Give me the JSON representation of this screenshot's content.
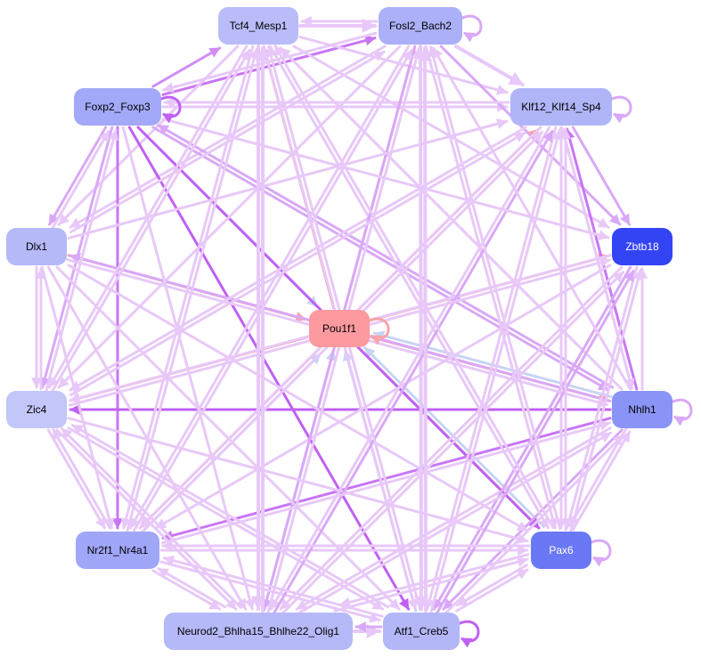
{
  "diagram": {
    "nodes": [
      {
        "id": "tcf4",
        "label": "Tcf4_Mesp1",
        "color": "#b9bcf8",
        "text_color": "#000000"
      },
      {
        "id": "fosl2",
        "label": "Fosl2_Bach2",
        "color": "#abb0f8",
        "text_color": "#000000"
      },
      {
        "id": "foxp2",
        "label": "Foxp2_Foxp3",
        "color": "#a3a9f8",
        "text_color": "#000000"
      },
      {
        "id": "klf12",
        "label": "Klf12_Klf14_Sp4",
        "color": "#b0b5f8",
        "text_color": "#000000"
      },
      {
        "id": "dlx1",
        "label": "Dlx1",
        "color": "#b5b9f8",
        "text_color": "#000000"
      },
      {
        "id": "zbtb18",
        "label": "Zbtb18",
        "color": "#3344f5",
        "text_color": "#ffffff"
      },
      {
        "id": "pou1f1",
        "label": "Pou1f1",
        "color": "#fc9aa0",
        "text_color": "#000000"
      },
      {
        "id": "zic4",
        "label": "Zic4",
        "color": "#c3c6f9",
        "text_color": "#000000"
      },
      {
        "id": "nhlh1",
        "label": "Nhlh1",
        "color": "#8a94f7",
        "text_color": "#000000"
      },
      {
        "id": "nr2f1",
        "label": "Nr2f1_Nr4a1",
        "color": "#a0a6f8",
        "text_color": "#000000"
      },
      {
        "id": "pax6",
        "label": "Pax6",
        "color": "#6b78f6",
        "text_color": "#ffffff"
      },
      {
        "id": "neurod2",
        "label": "Neurod2_Bhlha15_Bhlhe22_Olig1",
        "color": "#b5b9f8",
        "text_color": "#000000"
      },
      {
        "id": "atf1",
        "label": "Atf1_Creb5",
        "color": "#b3b7f8",
        "text_color": "#000000"
      }
    ],
    "edges": [
      {
        "from": "tcf4",
        "to": "fosl2",
        "color": "#e8c8f8",
        "weight": 4
      },
      {
        "from": "fosl2",
        "to": "tcf4",
        "color": "#e8c8f8",
        "weight": 3
      },
      {
        "from": "foxp2",
        "to": "tcf4",
        "color": "#d08cf6",
        "weight": 3
      },
      {
        "from": "foxp2",
        "to": "fosl2",
        "color": "#c976f5",
        "weight": 3
      },
      {
        "from": "tcf4",
        "to": "klf12",
        "color": "#e8c8f8",
        "weight": 3
      },
      {
        "from": "fosl2",
        "to": "klf12",
        "color": "#e8c8f8",
        "weight": 4
      },
      {
        "from": "foxp2",
        "to": "klf12",
        "color": "#e8c8f8",
        "weight": 3
      },
      {
        "from": "tcf4",
        "to": "dlx1",
        "color": "#e8c8f8",
        "weight": 3
      },
      {
        "from": "tcf4",
        "to": "zbtb18",
        "color": "#e8c8f8",
        "weight": 3
      },
      {
        "from": "fosl2",
        "to": "zbtb18",
        "color": "#d9a8f7",
        "weight": 3
      },
      {
        "from": "klf12",
        "to": "zbtb18",
        "color": "#d9a8f7",
        "weight": 3
      },
      {
        "from": "fosl2",
        "to": "dlx1",
        "color": "#e8c8f8",
        "weight": 3
      },
      {
        "from": "foxp2",
        "to": "dlx1",
        "color": "#d9a8f7",
        "weight": 3
      },
      {
        "from": "klf12",
        "to": "foxp2",
        "color": "#e8c8f8",
        "weight": 3
      },
      {
        "from": "pou1f1",
        "to": "tcf4",
        "color": "#f77a80",
        "weight": 3
      },
      {
        "from": "pou1f1",
        "to": "fosl2",
        "color": "#fca0a4",
        "weight": 3
      },
      {
        "from": "pou1f1",
        "to": "klf12",
        "color": "#fca0a4",
        "weight": 3
      },
      {
        "from": "pou1f1",
        "to": "zbtb18",
        "color": "#fca0a4",
        "weight": 3
      },
      {
        "from": "pou1f1",
        "to": "zic4",
        "color": "#f8868c",
        "weight": 3
      },
      {
        "from": "pou1f1",
        "to": "nhlh1",
        "color": "#f8868c",
        "weight": 3
      },
      {
        "from": "pou1f1",
        "to": "pax6",
        "color": "#f77a80",
        "weight": 3
      },
      {
        "from": "pou1f1",
        "to": "nr2f1",
        "color": "#f8968c",
        "weight": 3
      },
      {
        "from": "dlx1",
        "to": "pou1f1",
        "color": "#f8a4a8",
        "weight": 3
      },
      {
        "from": "foxp2",
        "to": "pou1f1",
        "color": "#c8d4f4",
        "weight": 3
      },
      {
        "from": "nhlh1",
        "to": "pou1f1",
        "color": "#c8d4f4",
        "weight": 3
      },
      {
        "from": "atf1",
        "to": "pou1f1",
        "color": "#c8d4f4",
        "weight": 3
      },
      {
        "from": "neurod2",
        "to": "pou1f1",
        "color": "#c8d4f4",
        "weight": 3
      },
      {
        "from": "nr2f1",
        "to": "pou1f1",
        "color": "#c8d4f4",
        "weight": 3
      },
      {
        "from": "pax6",
        "to": "pou1f1",
        "color": "#c8d4f4",
        "weight": 3
      },
      {
        "from": "foxp2",
        "to": "pax6",
        "color": "#c060f4",
        "weight": 3
      },
      {
        "from": "foxp2",
        "to": "atf1",
        "color": "#c060f4",
        "weight": 3
      },
      {
        "from": "foxp2",
        "to": "nr2f1",
        "color": "#c976f5",
        "weight": 3
      },
      {
        "from": "foxp2",
        "to": "zic4",
        "color": "#d9a8f7",
        "weight": 3
      },
      {
        "from": "foxp2",
        "to": "nhlh1",
        "color": "#d9a8f7",
        "weight": 3
      },
      {
        "from": "nhlh1",
        "to": "zic4",
        "color": "#c060f4",
        "weight": 3
      },
      {
        "from": "nhlh1",
        "to": "nr2f1",
        "color": "#c976f5",
        "weight": 3
      },
      {
        "from": "nhlh1",
        "to": "klf12",
        "color": "#c976f5",
        "weight": 3
      },
      {
        "from": "nhlh1",
        "to": "dlx1",
        "color": "#d9a8f7",
        "weight": 3
      },
      {
        "from": "nhlh1",
        "to": "foxp2",
        "color": "#d9a8f7",
        "weight": 3
      },
      {
        "from": "nhlh1",
        "to": "tcf4",
        "color": "#e8c8f8",
        "weight": 3
      },
      {
        "from": "nhlh1",
        "to": "neurod2",
        "color": "#e8c8f8",
        "weight": 3
      },
      {
        "from": "nhlh1",
        "to": "atf1",
        "color": "#d9a8f7",
        "weight": 3
      },
      {
        "from": "zbtb18",
        "to": "nr2f1",
        "color": "#e8c8f8",
        "weight": 3
      },
      {
        "from": "zbtb18",
        "to": "zic4",
        "color": "#e8c8f8",
        "weight": 3
      },
      {
        "from": "zbtb18",
        "to": "atf1",
        "color": "#d9a8f7",
        "weight": 3
      },
      {
        "from": "zbtb18",
        "to": "neurod2",
        "color": "#e8c8f8",
        "weight": 3
      },
      {
        "from": "zbtb18",
        "to": "pax6",
        "color": "#e8c8f8",
        "weight": 3
      },
      {
        "from": "klf12",
        "to": "zic4",
        "color": "#e8c8f8",
        "weight": 3
      },
      {
        "from": "klf12",
        "to": "nr2f1",
        "color": "#e8c8f8",
        "weight": 3
      },
      {
        "from": "klf12",
        "to": "neurod2",
        "color": "#e8c8f8",
        "weight": 3
      },
      {
        "from": "klf12",
        "to": "atf1",
        "color": "#e8c8f8",
        "weight": 3
      },
      {
        "from": "klf12",
        "to": "pax6",
        "color": "#e8c8f8",
        "weight": 3
      },
      {
        "from": "tcf4",
        "to": "neurod2",
        "color": "#e8c8f8",
        "weight": 4
      },
      {
        "from": "tcf4",
        "to": "atf1",
        "color": "#e8c8f8",
        "weight": 3
      },
      {
        "from": "tcf4",
        "to": "pax6",
        "color": "#e8c8f8",
        "weight": 3
      },
      {
        "from": "tcf4",
        "to": "nr2f1",
        "color": "#e8c8f8",
        "weight": 3
      },
      {
        "from": "tcf4",
        "to": "zic4",
        "color": "#e8c8f8",
        "weight": 3
      },
      {
        "from": "fosl2",
        "to": "neurod2",
        "color": "#d9a8f7",
        "weight": 3
      },
      {
        "from": "fosl2",
        "to": "atf1",
        "color": "#e8c8f8",
        "weight": 4
      },
      {
        "from": "fosl2",
        "to": "nr2f1",
        "color": "#e8c8f8",
        "weight": 3
      },
      {
        "from": "fosl2",
        "to": "pax6",
        "color": "#e8c8f8",
        "weight": 3
      },
      {
        "from": "fosl2",
        "to": "zic4",
        "color": "#e8c8f8",
        "weight": 3
      },
      {
        "from": "fosl2",
        "to": "foxp2",
        "color": "#e8c8f8",
        "weight": 3
      },
      {
        "from": "foxp2",
        "to": "neurod2",
        "color": "#e8c8f8",
        "weight": 3
      },
      {
        "from": "dlx1",
        "to": "zic4",
        "color": "#e8c8f8",
        "weight": 3
      },
      {
        "from": "dlx1",
        "to": "nr2f1",
        "color": "#e8c8f8",
        "weight": 3
      },
      {
        "from": "dlx1",
        "to": "neurod2",
        "color": "#e8c8f8",
        "weight": 3
      },
      {
        "from": "dlx1",
        "to": "atf1",
        "color": "#e8c8f8",
        "weight": 3
      },
      {
        "from": "dlx1",
        "to": "pax6",
        "color": "#e8c8f8",
        "weight": 3
      },
      {
        "from": "dlx1",
        "to": "nhlh1",
        "color": "#e8c8f8",
        "weight": 3
      },
      {
        "from": "dlx1",
        "to": "fosl2",
        "color": "#e8c8f8",
        "weight": 3
      },
      {
        "from": "dlx1",
        "to": "foxp2",
        "color": "#e8c8f8",
        "weight": 3
      },
      {
        "from": "zic4",
        "to": "dlx1",
        "color": "#e8c8f8",
        "weight": 3
      },
      {
        "from": "zic4",
        "to": "nr2f1",
        "color": "#e8c8f8",
        "weight": 3
      },
      {
        "from": "zic4",
        "to": "neurod2",
        "color": "#e8c8f8",
        "weight": 3
      },
      {
        "from": "zic4",
        "to": "atf1",
        "color": "#e8c8f8",
        "weight": 3
      },
      {
        "from": "zic4",
        "to": "pax6",
        "color": "#e8c8f8",
        "weight": 3
      },
      {
        "from": "zic4",
        "to": "foxp2",
        "color": "#e8c8f8",
        "weight": 3
      },
      {
        "from": "zic4",
        "to": "tcf4",
        "color": "#e8c8f8",
        "weight": 3
      },
      {
        "from": "nr2f1",
        "to": "neurod2",
        "color": "#e8c8f8",
        "weight": 3
      },
      {
        "from": "nr2f1",
        "to": "atf1",
        "color": "#e8c8f8",
        "weight": 3
      },
      {
        "from": "nr2f1",
        "to": "pax6",
        "color": "#e8c8f8",
        "weight": 3
      },
      {
        "from": "nr2f1",
        "to": "zic4",
        "color": "#e8c8f8",
        "weight": 3
      },
      {
        "from": "nr2f1",
        "to": "tcf4",
        "color": "#e8c8f8",
        "weight": 3
      },
      {
        "from": "nr2f1",
        "to": "fosl2",
        "color": "#e8c8f8",
        "weight": 3
      },
      {
        "from": "neurod2",
        "to": "atf1",
        "color": "#e8c8f8",
        "weight": 4
      },
      {
        "from": "atf1",
        "to": "neurod2",
        "color": "#d9a8f7",
        "weight": 3
      },
      {
        "from": "neurod2",
        "to": "pax6",
        "color": "#e8c8f8",
        "weight": 3
      },
      {
        "from": "neurod2",
        "to": "nhlh1",
        "color": "#e8c8f8",
        "weight": 3
      },
      {
        "from": "neurod2",
        "to": "tcf4",
        "color": "#e8c8f8",
        "weight": 4
      },
      {
        "from": "neurod2",
        "to": "fosl2",
        "color": "#e8c8f8",
        "weight": 3
      },
      {
        "from": "neurod2",
        "to": "klf12",
        "color": "#d9a8f7",
        "weight": 3
      },
      {
        "from": "neurod2",
        "to": "zbtb18",
        "color": "#e8c8f8",
        "weight": 3
      },
      {
        "from": "atf1",
        "to": "pax6",
        "color": "#e8c8f8",
        "weight": 3
      },
      {
        "from": "atf1",
        "to": "nhlh1",
        "color": "#e8c8f8",
        "weight": 3
      },
      {
        "from": "atf1",
        "to": "tcf4",
        "color": "#e8c8f8",
        "weight": 3
      },
      {
        "from": "atf1",
        "to": "fosl2",
        "color": "#e8c8f8",
        "weight": 4
      },
      {
        "from": "atf1",
        "to": "zbtb18",
        "color": "#d9a8f7",
        "weight": 3
      },
      {
        "from": "atf1",
        "to": "klf12",
        "color": "#e8c8f8",
        "weight": 3
      },
      {
        "from": "atf1",
        "to": "zic4",
        "color": "#e8c8f8",
        "weight": 3
      },
      {
        "from": "atf1",
        "to": "nr2f1",
        "color": "#e8c8f8",
        "weight": 3
      },
      {
        "from": "pax6",
        "to": "atf1",
        "color": "#e8c8f8",
        "weight": 3
      },
      {
        "from": "pax6",
        "to": "nhlh1",
        "color": "#e8c8f8",
        "weight": 3
      },
      {
        "from": "pax6",
        "to": "zbtb18",
        "color": "#e8c8f8",
        "weight": 3
      },
      {
        "from": "pax6",
        "to": "klf12",
        "color": "#e8c8f8",
        "weight": 3
      },
      {
        "from": "pax6",
        "to": "nr2f1",
        "color": "#e8c8f8",
        "weight": 3
      },
      {
        "from": "pax6",
        "to": "neurod2",
        "color": "#e8c8f8",
        "weight": 3
      },
      {
        "from": "pax6",
        "to": "tcf4",
        "color": "#e8c8f8",
        "weight": 3
      },
      {
        "from": "pax6",
        "to": "fosl2",
        "color": "#e8c8f8",
        "weight": 3
      },
      {
        "from": "nhlh1",
        "to": "fosl2",
        "color": "#e8c8f8",
        "weight": 3
      },
      {
        "from": "nhlh1",
        "to": "pax6",
        "color": "#e8c8f8",
        "weight": 3
      },
      {
        "from": "nhlh1",
        "to": "zbtb18",
        "color": "#e8c8f8",
        "weight": 3
      },
      {
        "from": "klf12",
        "to": "nhlh1",
        "color": "#e8c8f8",
        "weight": 3
      },
      {
        "from": "zic4",
        "to": "zbtb18",
        "color": "#e8c8f8",
        "weight": 3
      },
      {
        "from": "zic4",
        "to": "klf12",
        "color": "#e8c8f8",
        "weight": 3
      },
      {
        "from": "nr2f1",
        "to": "klf12",
        "color": "#e8c8f8",
        "weight": 3
      },
      {
        "from": "nr2f1",
        "to": "nhlh1",
        "color": "#e8c8f8",
        "weight": 3
      },
      {
        "from": "neurod2",
        "to": "zic4",
        "color": "#e8c8f8",
        "weight": 3
      },
      {
        "from": "neurod2",
        "to": "nr2f1",
        "color": "#e8c8f8",
        "weight": 3
      },
      {
        "from": "dlx1",
        "to": "klf12",
        "color": "#e8c8f8",
        "weight": 3
      },
      {
        "from": "foxp2",
        "to": "zbtb18",
        "color": "#e8c8f8",
        "weight": 3
      }
    ],
    "self_loops": [
      {
        "node": "fosl2",
        "color": "#d9a8f7"
      },
      {
        "node": "foxp2",
        "color": "#c060f4"
      },
      {
        "node": "klf12",
        "color": "#d9a8f7"
      },
      {
        "node": "pou1f1",
        "color": "#f8a4a8"
      },
      {
        "node": "nhlh1",
        "color": "#d9a8f7"
      },
      {
        "node": "pax6",
        "color": "#d9a8f7"
      },
      {
        "node": "atf1",
        "color": "#c060f4"
      }
    ]
  }
}
